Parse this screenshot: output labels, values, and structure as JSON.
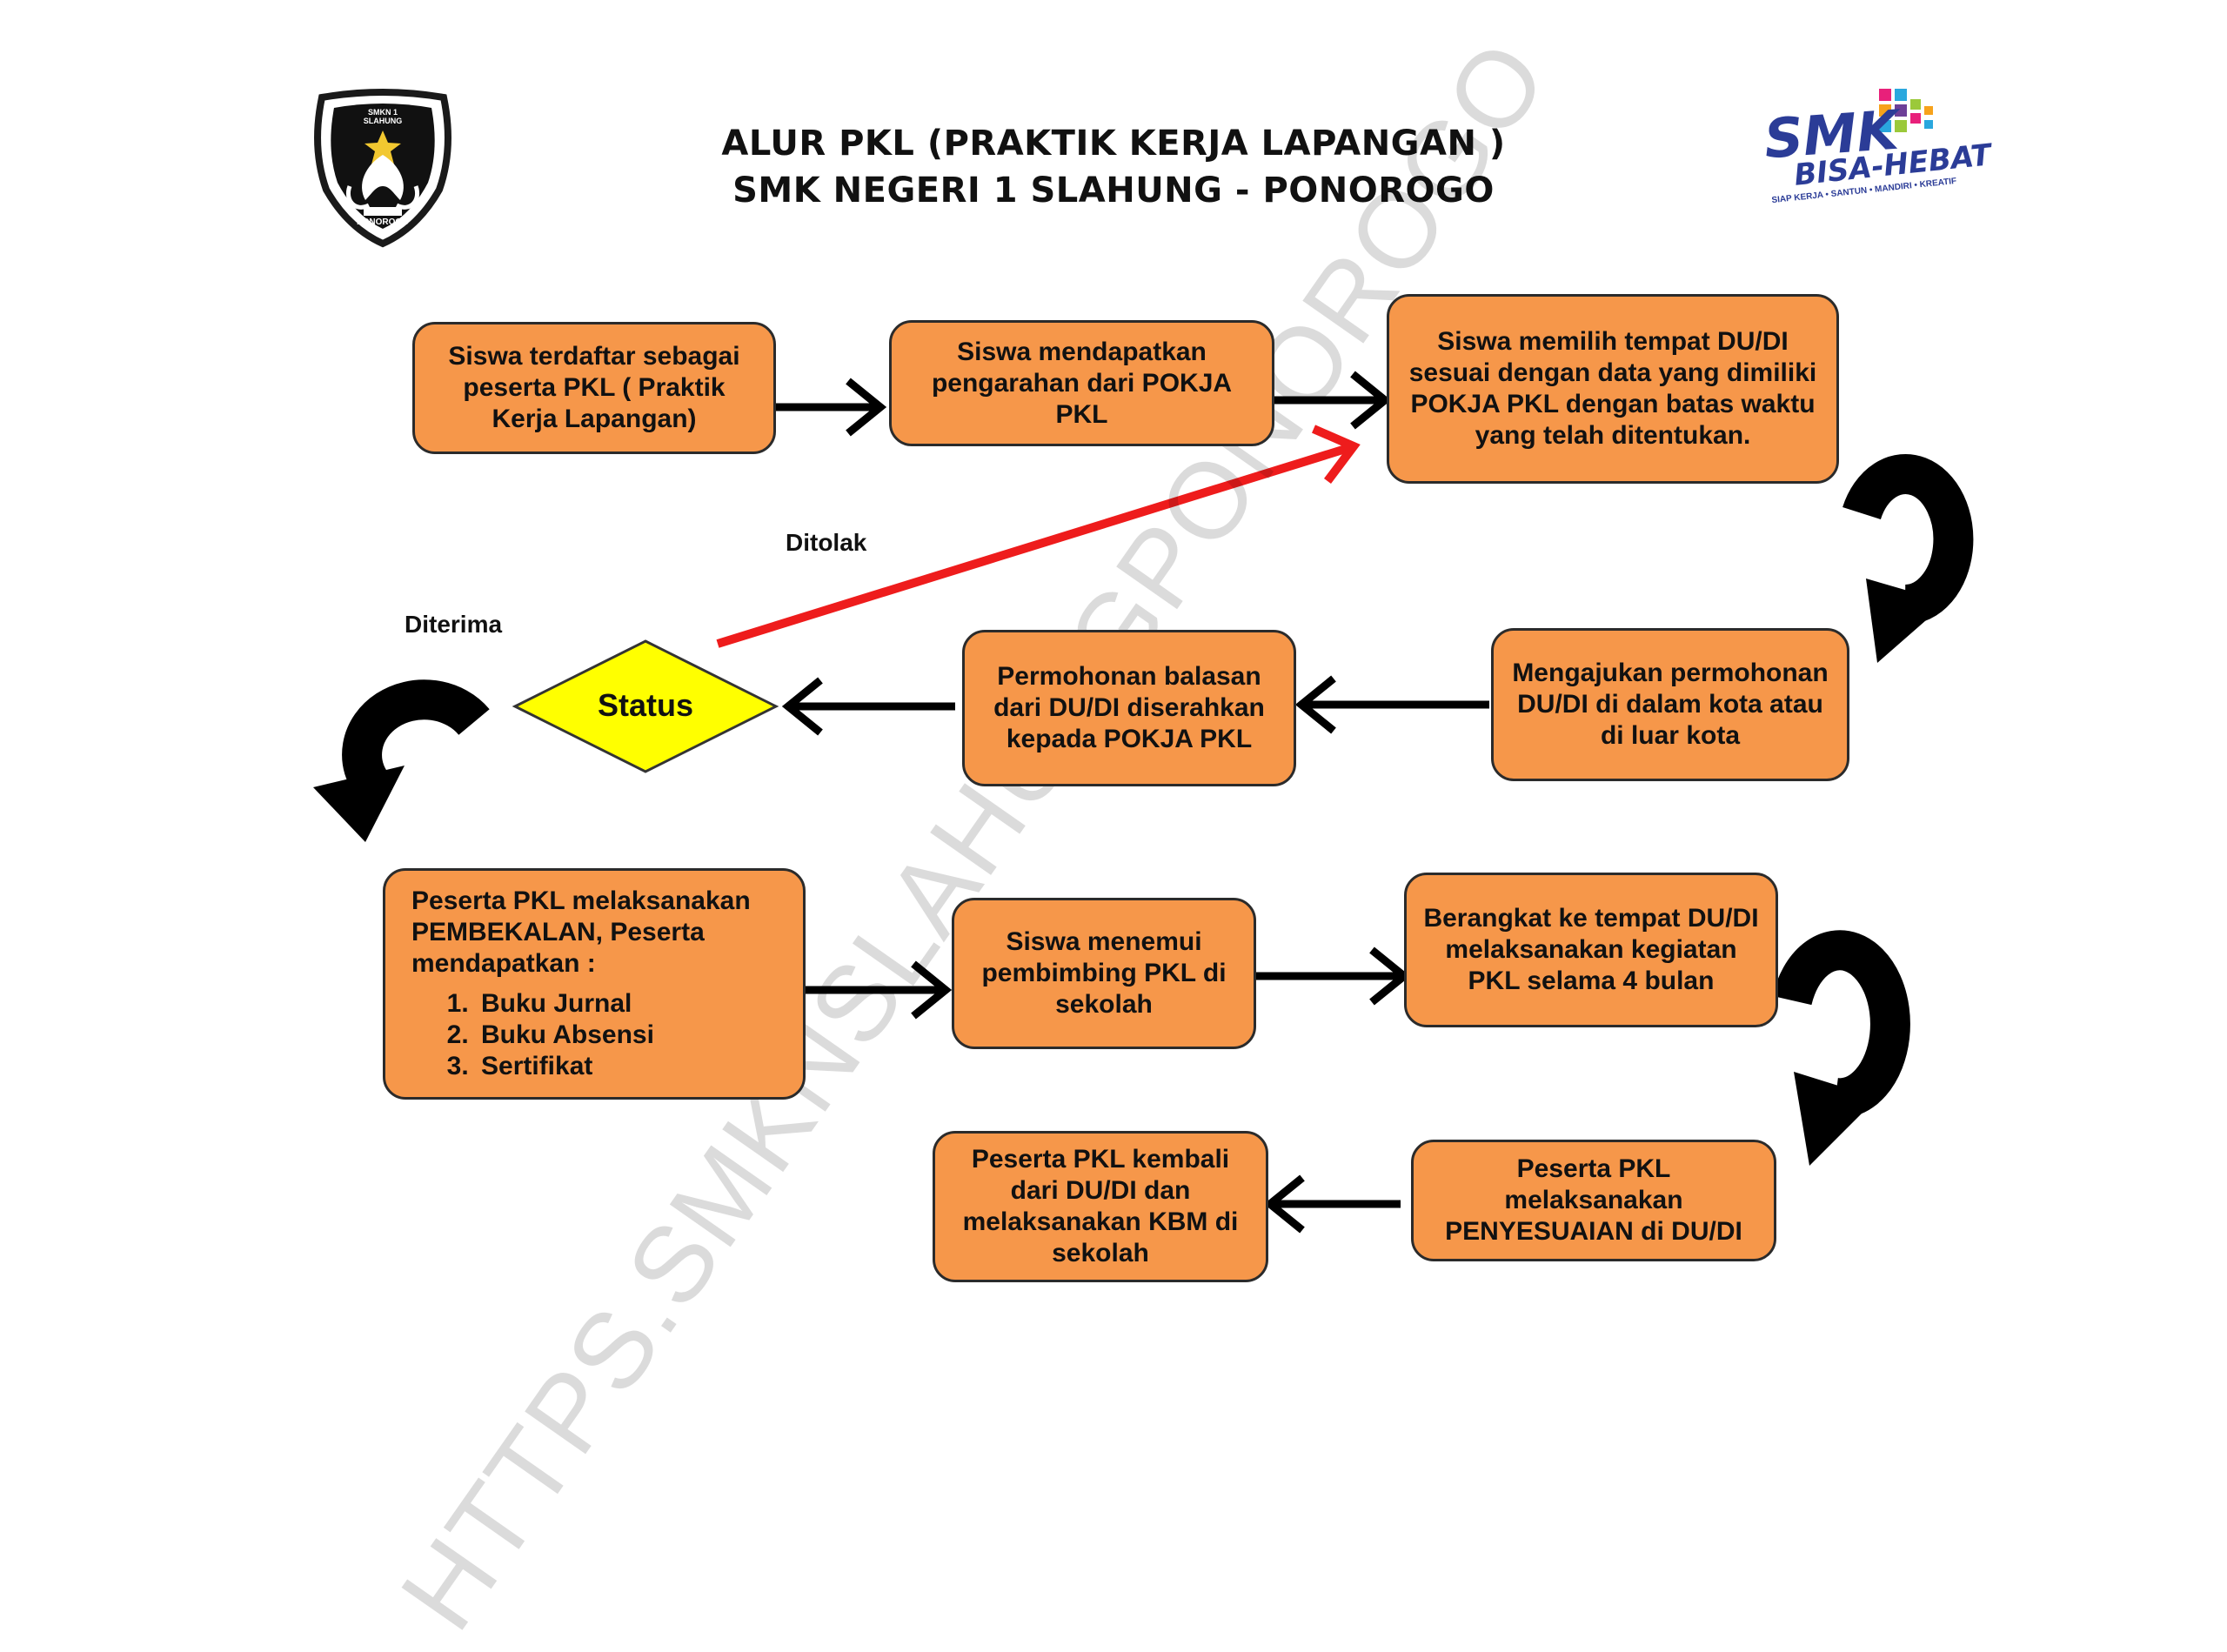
{
  "header": {
    "title_line1": "ALUR PKL (PRAKTIK KERJA LAPANGAN )",
    "title_line2": "SMK NEGERI 1 SLAHUNG - PONOROGO"
  },
  "logos": {
    "school_emblem_top": "SMKN 1 SLAHUNG",
    "school_emblem_bottom": "PONOROGO",
    "smk_main": "SMK",
    "smk_sub": "BISA-HEBAT",
    "smk_tagline": "SIAP KERJA • SANTUN • MANDIRI • KREATIF"
  },
  "watermark": "HTTPS.SMKNSLAHUNGPONOROGO",
  "steps": {
    "step1": "Siswa terdaftar sebagai peserta PKL ( Praktik Kerja Lapangan)",
    "step2": "Siswa mendapatkan pengarahan dari POKJA PKL",
    "step3": "Siswa memilih tempat DU/DI sesuai dengan data yang dimiliki POKJA PKL dengan batas waktu yang telah ditentukan.",
    "step4": "Mengajukan permohonan DU/DI di dalam kota atau di luar kota",
    "step5": "Permohonan balasan dari DU/DI diserahkan kepada POKJA PKL",
    "step6_intro": "Peserta PKL melaksanakan PEMBEKALAN, Peserta mendapatkan :",
    "step6_items": [
      "Buku Jurnal",
      "Buku Absensi",
      "Sertifikat"
    ],
    "step7": "Siswa menemui pembimbing PKL di sekolah",
    "step8": "Berangkat ke tempat DU/DI melaksanakan kegiatan  PKL selama 4 bulan",
    "step9": "Peserta PKL melaksanakan PENYESUAIAN di DU/DI",
    "step10": "Peserta PKL kembali dari DU/DI dan melaksanakan KBM di sekolah"
  },
  "decision": {
    "label": "Status",
    "rejected": "Ditolak",
    "accepted": "Diterima"
  },
  "colors": {
    "box_fill": "#f6974a",
    "decision_fill": "#ffff00",
    "reject_arrow": "#ee1c1c",
    "flow_arrow": "#000000"
  }
}
